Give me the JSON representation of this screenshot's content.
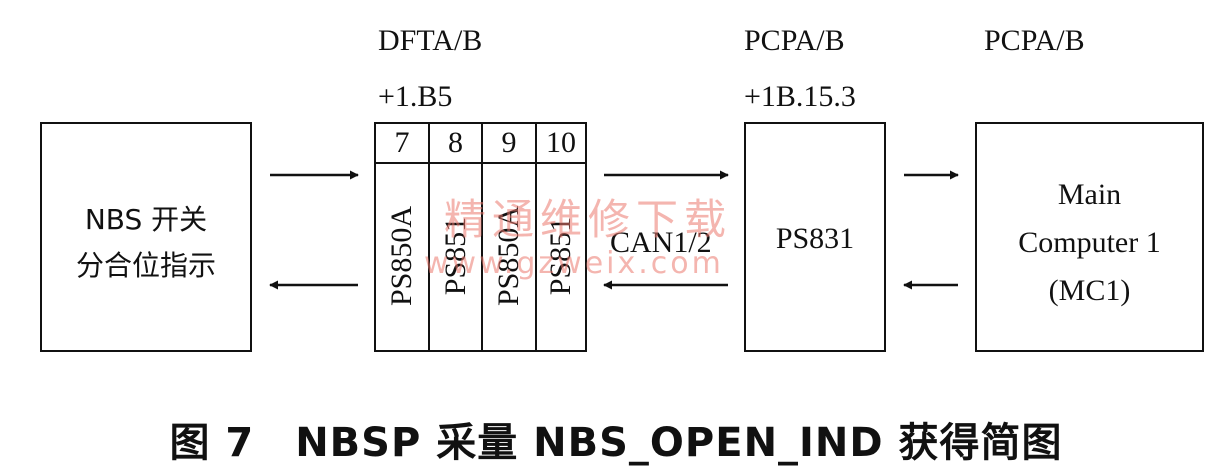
{
  "top_labels": {
    "dfta_name": "DFTA/B",
    "dfta_addr": "+1.B5",
    "pcpa_mid_name": "PCPA/B",
    "pcpa_mid_addr": "+1B.15.3",
    "pcpa_right_name": "PCPA/B"
  },
  "nbs_box": {
    "line1": "NBS 开关",
    "line2": "分合位指示"
  },
  "rack": {
    "slots": [
      {
        "number": "7",
        "module": "PS850A"
      },
      {
        "number": "8",
        "module": "PS851"
      },
      {
        "number": "9",
        "module": "PS850A"
      },
      {
        "number": "10",
        "module": "PS851"
      }
    ]
  },
  "link_label": "CAN1/2",
  "ps831_box": {
    "label": "PS831"
  },
  "main_computer_box": {
    "line1": "Main",
    "line2": "Computer 1",
    "line3": "(MC1)"
  },
  "watermark": {
    "line1": "精通维修下载",
    "line2": "www.gzweix.com"
  },
  "caption": "图 7　NBSP 采量 NBS_OPEN_IND 获得简图"
}
